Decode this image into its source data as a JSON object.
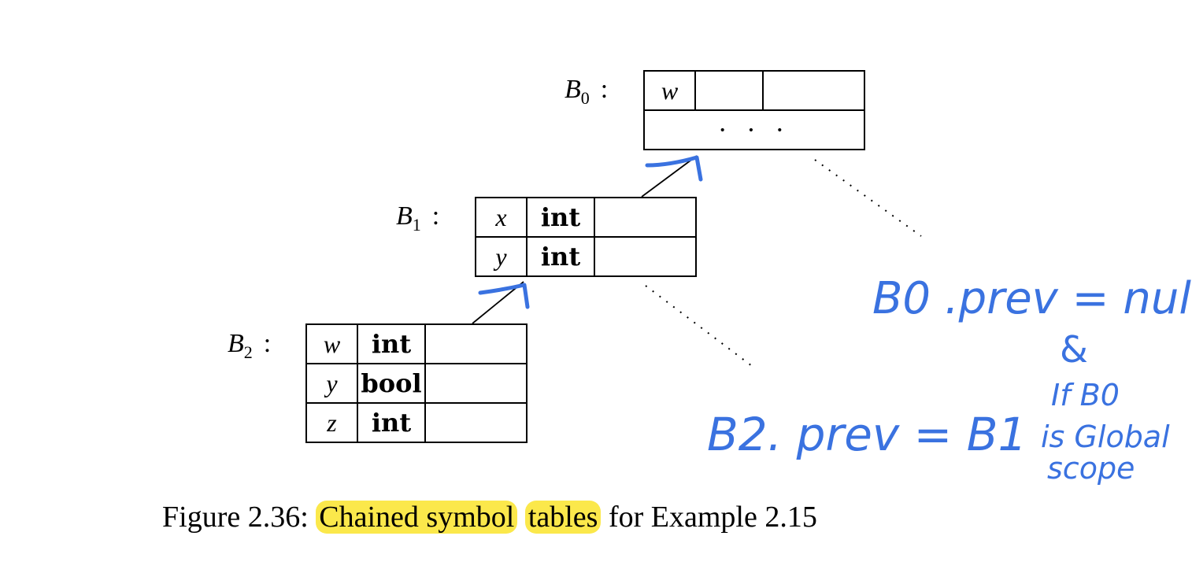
{
  "tables": {
    "b0": {
      "label": "B",
      "sub": "0",
      "colon": ":",
      "row1": {
        "name": "w",
        "type": "",
        "extra": ""
      },
      "row2": "· · ·"
    },
    "b1": {
      "label": "B",
      "sub": "1",
      "colon": ":",
      "rows": [
        {
          "name": "x",
          "type": "int",
          "extra": ""
        },
        {
          "name": "y",
          "type": "int",
          "extra": ""
        }
      ]
    },
    "b2": {
      "label": "B",
      "sub": "2",
      "colon": ":",
      "rows": [
        {
          "name": "w",
          "type": "int",
          "extra": ""
        },
        {
          "name": "y",
          "type": "bool",
          "extra": ""
        },
        {
          "name": "z",
          "type": "int",
          "extra": ""
        }
      ]
    }
  },
  "caption": {
    "prefix": "Figure 2.36: ",
    "hl1": "Chained symbol",
    "space": " ",
    "hl2": "tables",
    "suffix": " for Example 2.15"
  },
  "annotations": {
    "ink_color": "#3a72e0",
    "note_b2": "B2. prev = B1",
    "note_b0": "B0 .prev = null",
    "note_amp": "&",
    "note_global_1": "If B0",
    "note_global_2": "is Global",
    "note_global_3": "scope"
  },
  "highlight_color": "#fbe84b"
}
